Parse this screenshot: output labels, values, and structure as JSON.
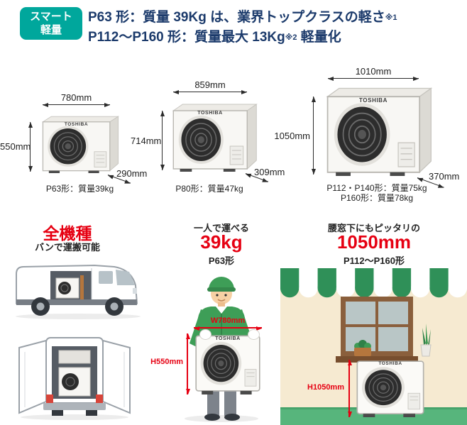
{
  "accent": {
    "teal": "#00a79c",
    "navy": "#1b3a6b",
    "red": "#e60012"
  },
  "header": {
    "badge_line1": "スマート",
    "badge_line2": "軽量",
    "line1": "P63 形：質量 39Kg は、業界トップクラスの軽さ",
    "line1_note": "※1",
    "line2": "P112〜P160 形：質量最大 13Kg",
    "line2_note": "※2",
    "line2_suffix": " 軽量化"
  },
  "units": [
    {
      "brand": "TOSHIBA",
      "width": "780mm",
      "height": "550mm",
      "depth": "290mm",
      "caption": "P63形：質量39kg"
    },
    {
      "brand": "TOSHIBA",
      "width": "859mm",
      "height": "714mm",
      "depth": "309mm",
      "caption": "P80形：質量47kg"
    },
    {
      "brand": "TOSHIBA",
      "width": "1010mm",
      "height": "1050mm",
      "depth": "370mm",
      "caption": "P112・P140形：質量75kg",
      "caption2": "P160形：質量78kg"
    }
  ],
  "van_feature": {
    "title": "全機種",
    "subtitle": "バンで運搬可能"
  },
  "carry_feature": {
    "lead": "一人で運べる",
    "value": "39kg",
    "model": "P63形",
    "width_label": "W780mm",
    "height_label": "H550mm",
    "brand": "TOSHIBA"
  },
  "window_feature": {
    "lead": "腰窓下にもピッタリの",
    "value": "1050mm",
    "model": "P112〜P160形",
    "height_label": "H1050mm",
    "brand": "TOSHIBA"
  }
}
